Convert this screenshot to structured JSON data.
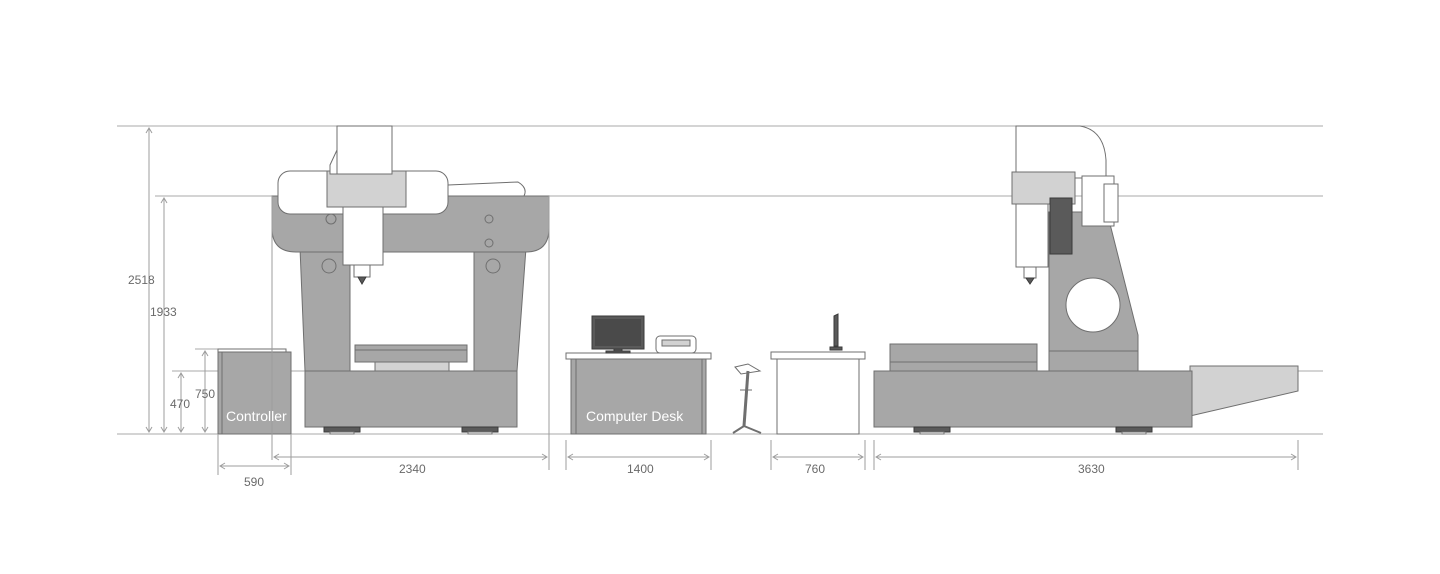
{
  "labels": {
    "controller": "Controller",
    "computer_desk": "Computer Desk"
  },
  "dimensions": {
    "height_total": "2518",
    "height_bridge": "1933",
    "height_controller": "750",
    "height_base": "470",
    "width_controller": "590",
    "width_machine": "2340",
    "width_desk": "1400",
    "width_small_desk": "760",
    "width_side_view": "3630"
  }
}
